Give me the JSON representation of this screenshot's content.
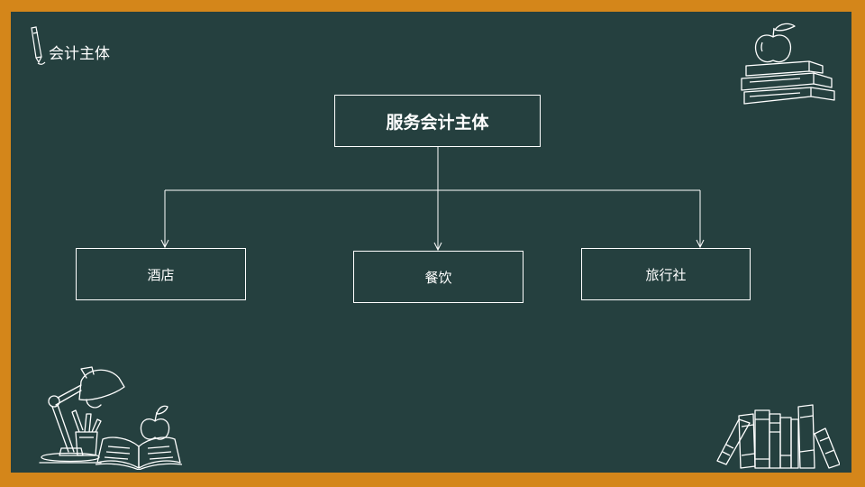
{
  "slide": {
    "heading": "会计主体"
  },
  "diagram": {
    "root": "服务会计主体",
    "children": [
      "酒店",
      "餐饮",
      "旅行社"
    ]
  },
  "colors": {
    "frame": "#d4861a",
    "board": "#25403f",
    "chalk": "#ffffff"
  },
  "icons": [
    "pencil-icon",
    "apple-books-icon",
    "desk-lamp-icon",
    "pencil-cup-icon",
    "open-book-icon",
    "apple-icon",
    "bookshelf-icon"
  ]
}
